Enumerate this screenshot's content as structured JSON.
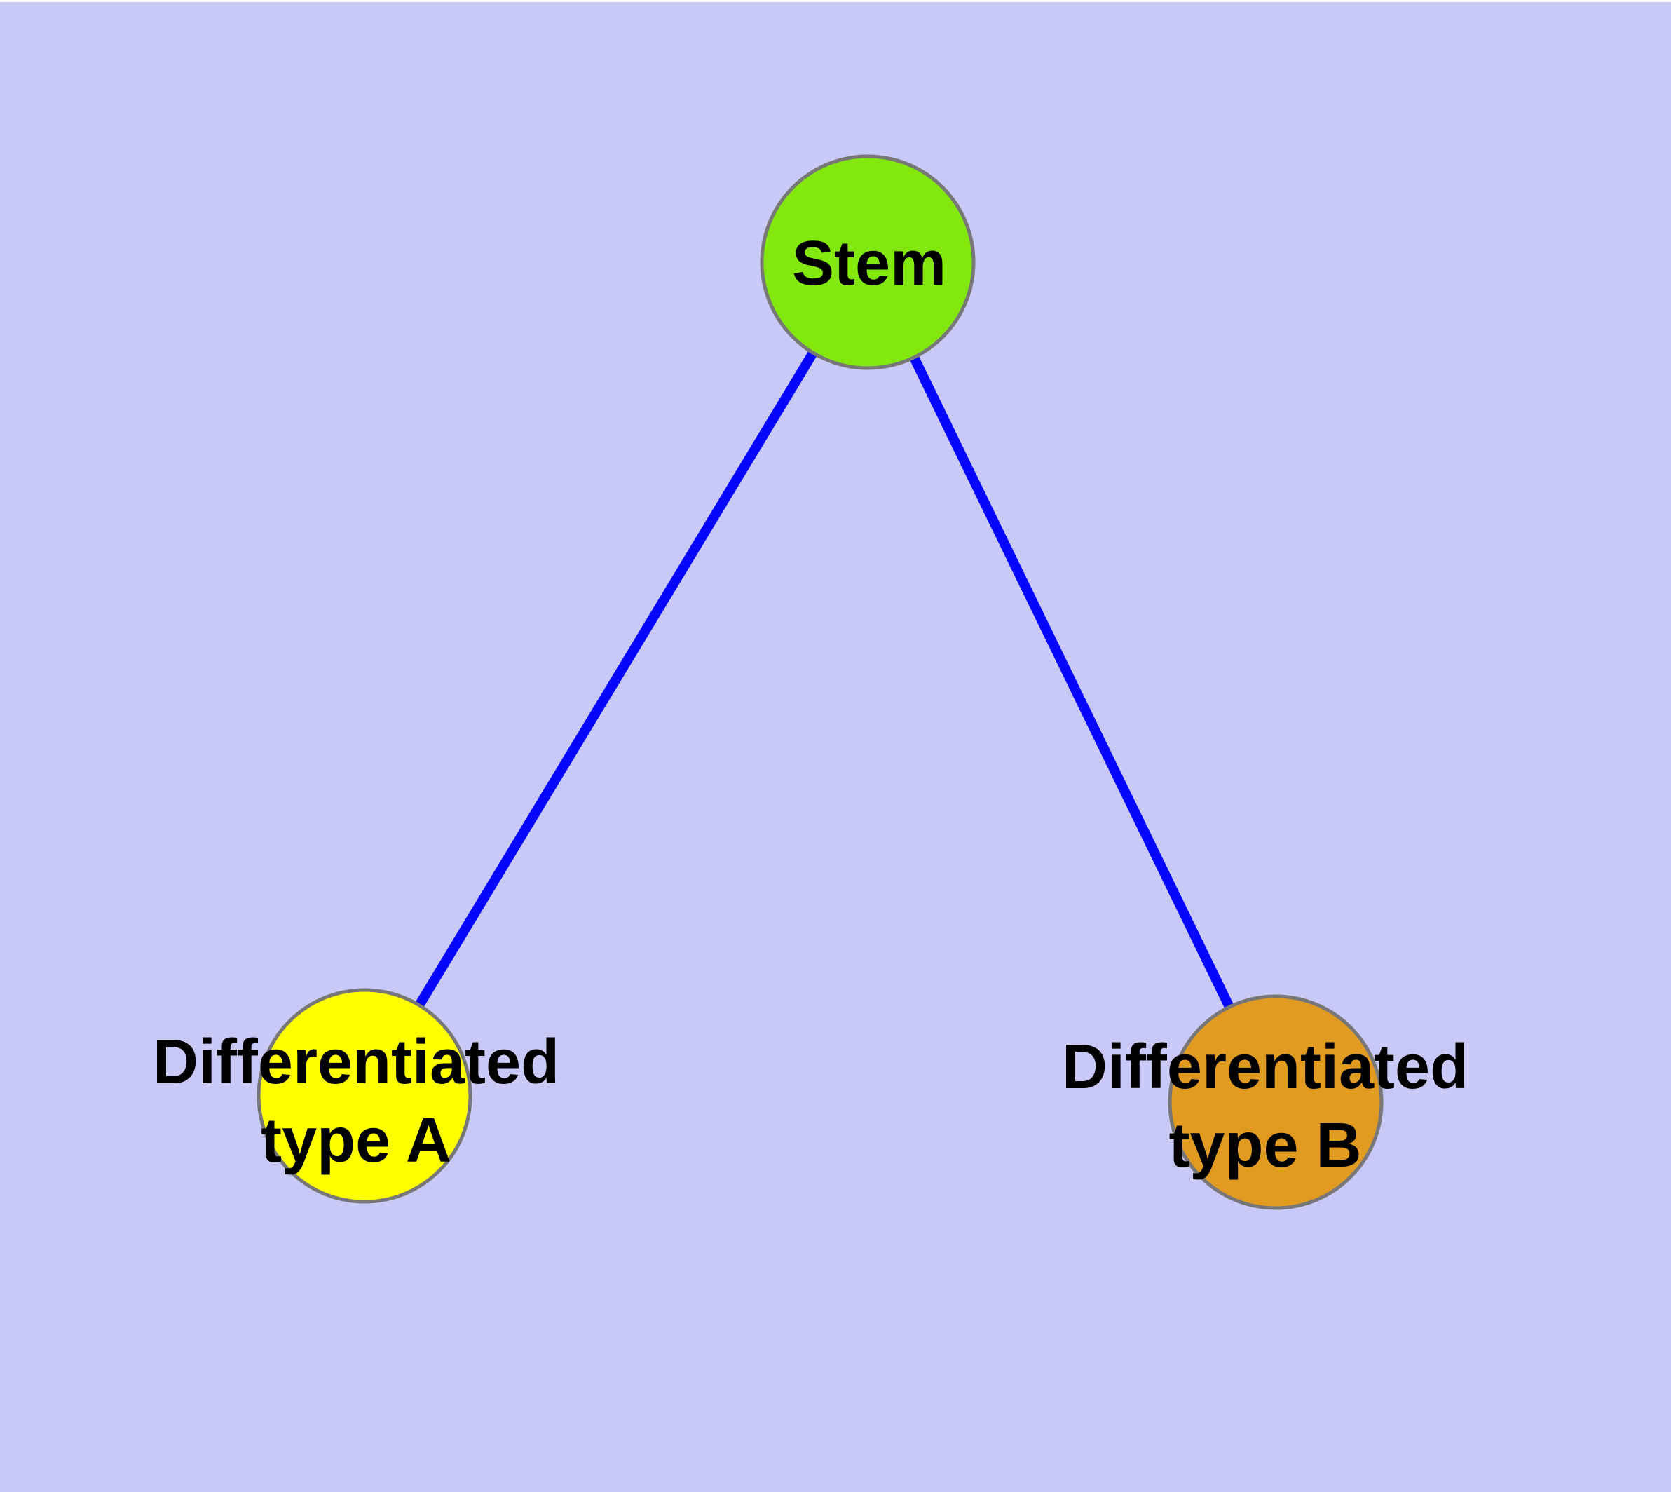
{
  "diagram": {
    "background_color": "#C9C9F8",
    "page_margin_color": "#FFFFFF",
    "edge_color": "#0505FE",
    "node_border_color": "#777777",
    "label_color": "#000000",
    "nodes": [
      {
        "id": "stem",
        "label": "Stem",
        "fill": "#82E80E"
      },
      {
        "id": "differentiated-type-a",
        "label": "Differentiated\ntype A",
        "fill": "#FFFF00"
      },
      {
        "id": "differentiated-type-b",
        "label": "Differentiated\ntype B",
        "fill": "#E09B20"
      }
    ],
    "edges": [
      {
        "from": "stem",
        "to": "differentiated-type-a"
      },
      {
        "from": "stem",
        "to": "differentiated-type-b"
      }
    ]
  }
}
